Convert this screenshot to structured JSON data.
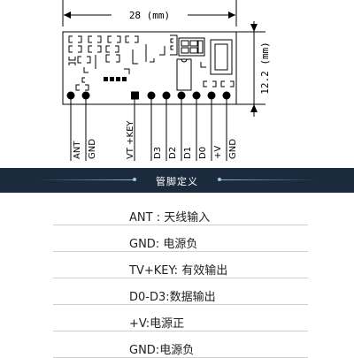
{
  "diagram": {
    "width_dimension": "28 (mm)",
    "height_dimension": "12.2 (mm)",
    "pins": [
      "ANT",
      "GND",
      "VT +KEY",
      "D3",
      "D2",
      "D1",
      "D0",
      "+V",
      "GND"
    ]
  },
  "banner": {
    "title": "管脚定义"
  },
  "pin_definitions": [
    "ANT : 天线输入",
    "GND: 电源负",
    "TV+KEY: 有效输出",
    "D0-D3:数据输出",
    "+V:电源正",
    "GND:电源负"
  ]
}
